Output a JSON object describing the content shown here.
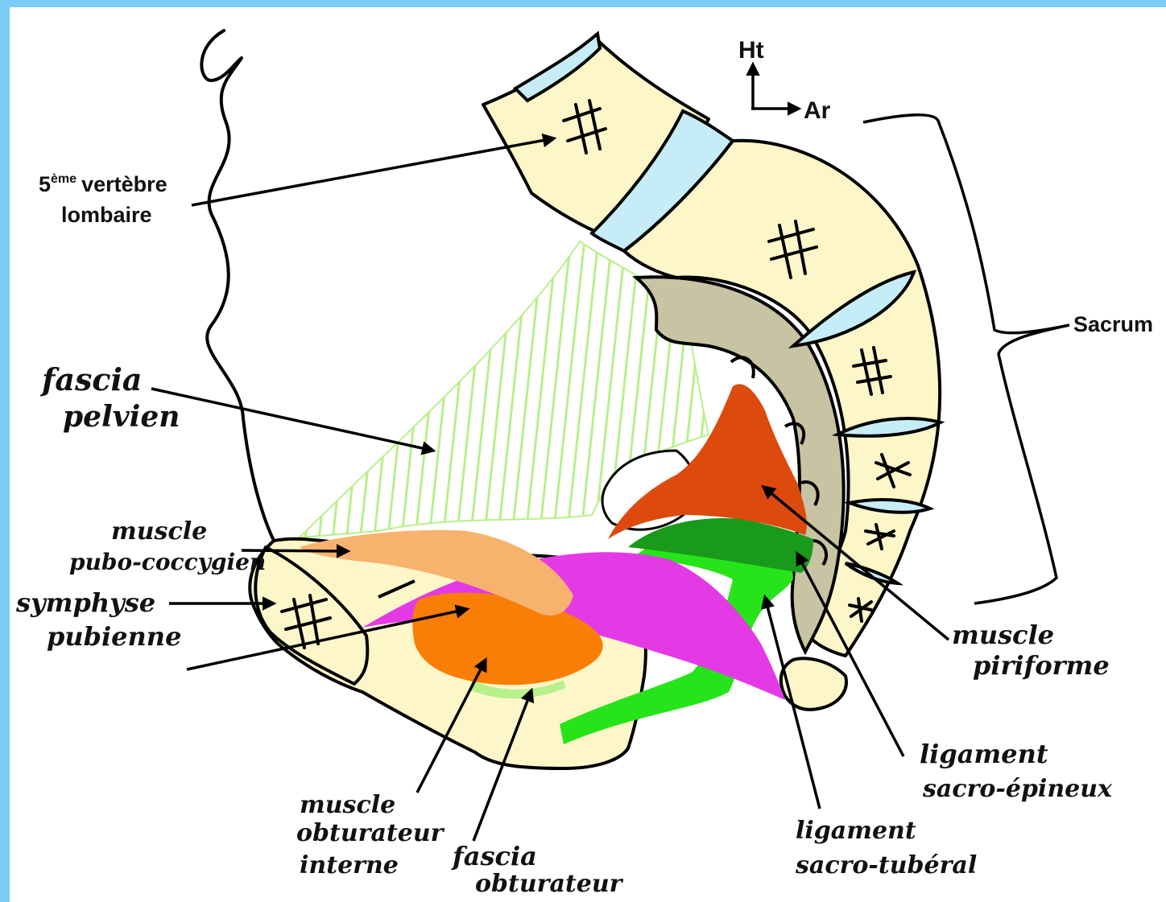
{
  "orientation": {
    "up_label": "Ht",
    "back_label": "Ar"
  },
  "colors": {
    "frame": "#7dccf7",
    "bone": "#fdf6c8",
    "disc": "#c6ecf7",
    "fascia_pelvien": "#b8f08c",
    "piriforme": "#dc4a0e",
    "sacro_epineux": "#1a9a1a",
    "sacro_tuberal": "#27e41a",
    "obturateur_interne": "#fa7d06",
    "pubo_coccygien": "#f7b26e",
    "magenta_muscle": "#e33ae6",
    "sacral_inner": "#c8c3a2"
  },
  "labels": {
    "vertebre_num": "5",
    "vertebre_sup": "ème",
    "vertebre_word": "vertèbre",
    "vertebre_line2": "lombaire",
    "sacrum": "Sacrum",
    "fascia_pelvien_1": "fascia",
    "fascia_pelvien_2": "pelvien",
    "pubo_coccygien_1": "muscle",
    "pubo_coccygien_2": "pubo-coccygien",
    "symphyse_1": "symphyse",
    "symphyse_2": "pubienne",
    "obturateur_interne_1": "muscle",
    "obturateur_interne_2": "obturateur",
    "obturateur_interne_3": "interne",
    "fascia_obturateur_1": "fascia",
    "fascia_obturateur_2": "obturateur",
    "sacro_tuberal_1": "ligament",
    "sacro_tuberal_2": "sacro-tubéral",
    "sacro_epineux_1": "ligament",
    "sacro_epineux_2": "sacro-épineux",
    "piriforme_1": "muscle",
    "piriforme_2": "piriforme"
  }
}
